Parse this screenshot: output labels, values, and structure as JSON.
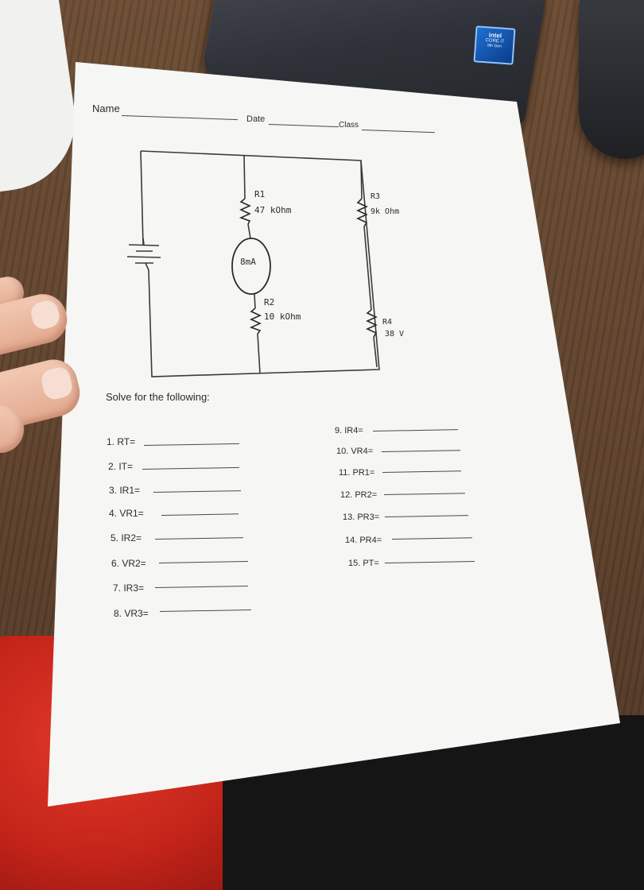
{
  "header": {
    "name_label": "Name",
    "date_label": "Date",
    "class_label": "Class"
  },
  "circuit": {
    "r1_name": "R1",
    "r1_value": "47 kOhm",
    "r3_name": "R3",
    "r3_value": "9k Ohm",
    "meter_value": "8mA",
    "r2_name": "R2",
    "r2_value": "10 kOhm",
    "r4_name": "R4",
    "r4_value": "38 V"
  },
  "instructions": "Solve for the following:",
  "questions_left": [
    "1. RT=",
    "2. IT=",
    "3. IR1=",
    "4. VR1=",
    "5. IR2=",
    "6. VR2=",
    "7. IR3=",
    "8. VR3="
  ],
  "questions_right": [
    "9. IR4=",
    "10. VR4=",
    "11. PR1=",
    "12. PR2=",
    "13. PR3=",
    "14. PR4=",
    "15. PT="
  ],
  "laptop_sticker": {
    "brand": "intel",
    "chip": "CORE i7",
    "gen": "8th Gen"
  },
  "colors": {
    "desk": "#5e412b",
    "paper": "#f6f6f4",
    "ink": "#2b2b2b",
    "sweater": "#c42419",
    "intel_blue": "#0b3c8a"
  }
}
